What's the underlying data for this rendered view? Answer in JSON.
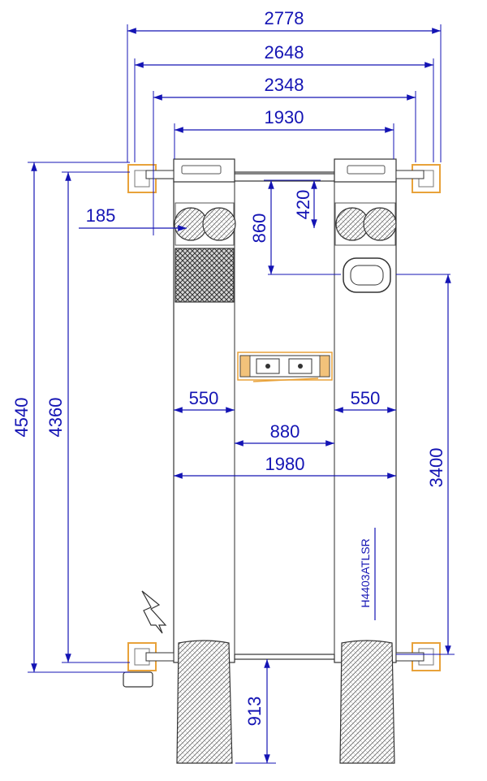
{
  "diagram": {
    "dimensions": {
      "overall_width": "2778",
      "post_outer_width": "2648",
      "post_center_width": "2348",
      "runway_outer_width": "1930",
      "offset_185": "185",
      "offset_420": "420",
      "offset_860": "860",
      "runway_left_width": "550",
      "runway_right_width": "550",
      "inner_gap": "880",
      "total_runway_width": "1980",
      "overall_length": "4540",
      "post_spacing_length": "4360",
      "wheelbase_span": "3400",
      "ramp_length": "913"
    },
    "model": "H4403ATLSR",
    "colors": {
      "dimension": "#1414b4",
      "post": "#e8a23a",
      "outline": "#333333"
    }
  }
}
